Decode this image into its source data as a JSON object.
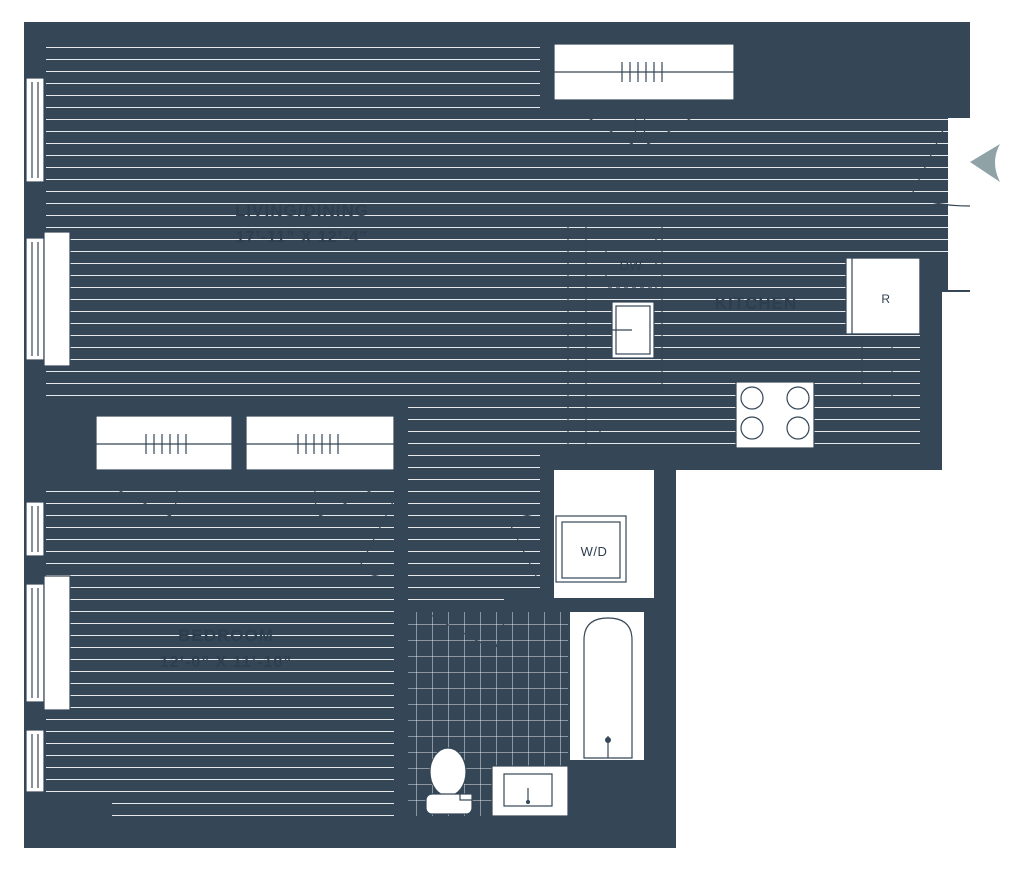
{
  "floorplan": {
    "rooms": [
      {
        "id": "living",
        "name": "LIVING/DINING",
        "dimensions": "17’-11” X 12’-4”"
      },
      {
        "id": "kitchen",
        "name": "KITCHEN",
        "dimensions": ""
      },
      {
        "id": "bedroom",
        "name": "BEDROOM",
        "dimensions": "12’-0” X 11’-10”"
      }
    ],
    "fixtures": {
      "dishwasher": "DW",
      "refrigerator": "R",
      "washer_dryer": "W/D"
    },
    "colors": {
      "wall": "#354656",
      "floor_line": "#e6e9ec",
      "entry_arrow": "#8fa3a6"
    }
  }
}
